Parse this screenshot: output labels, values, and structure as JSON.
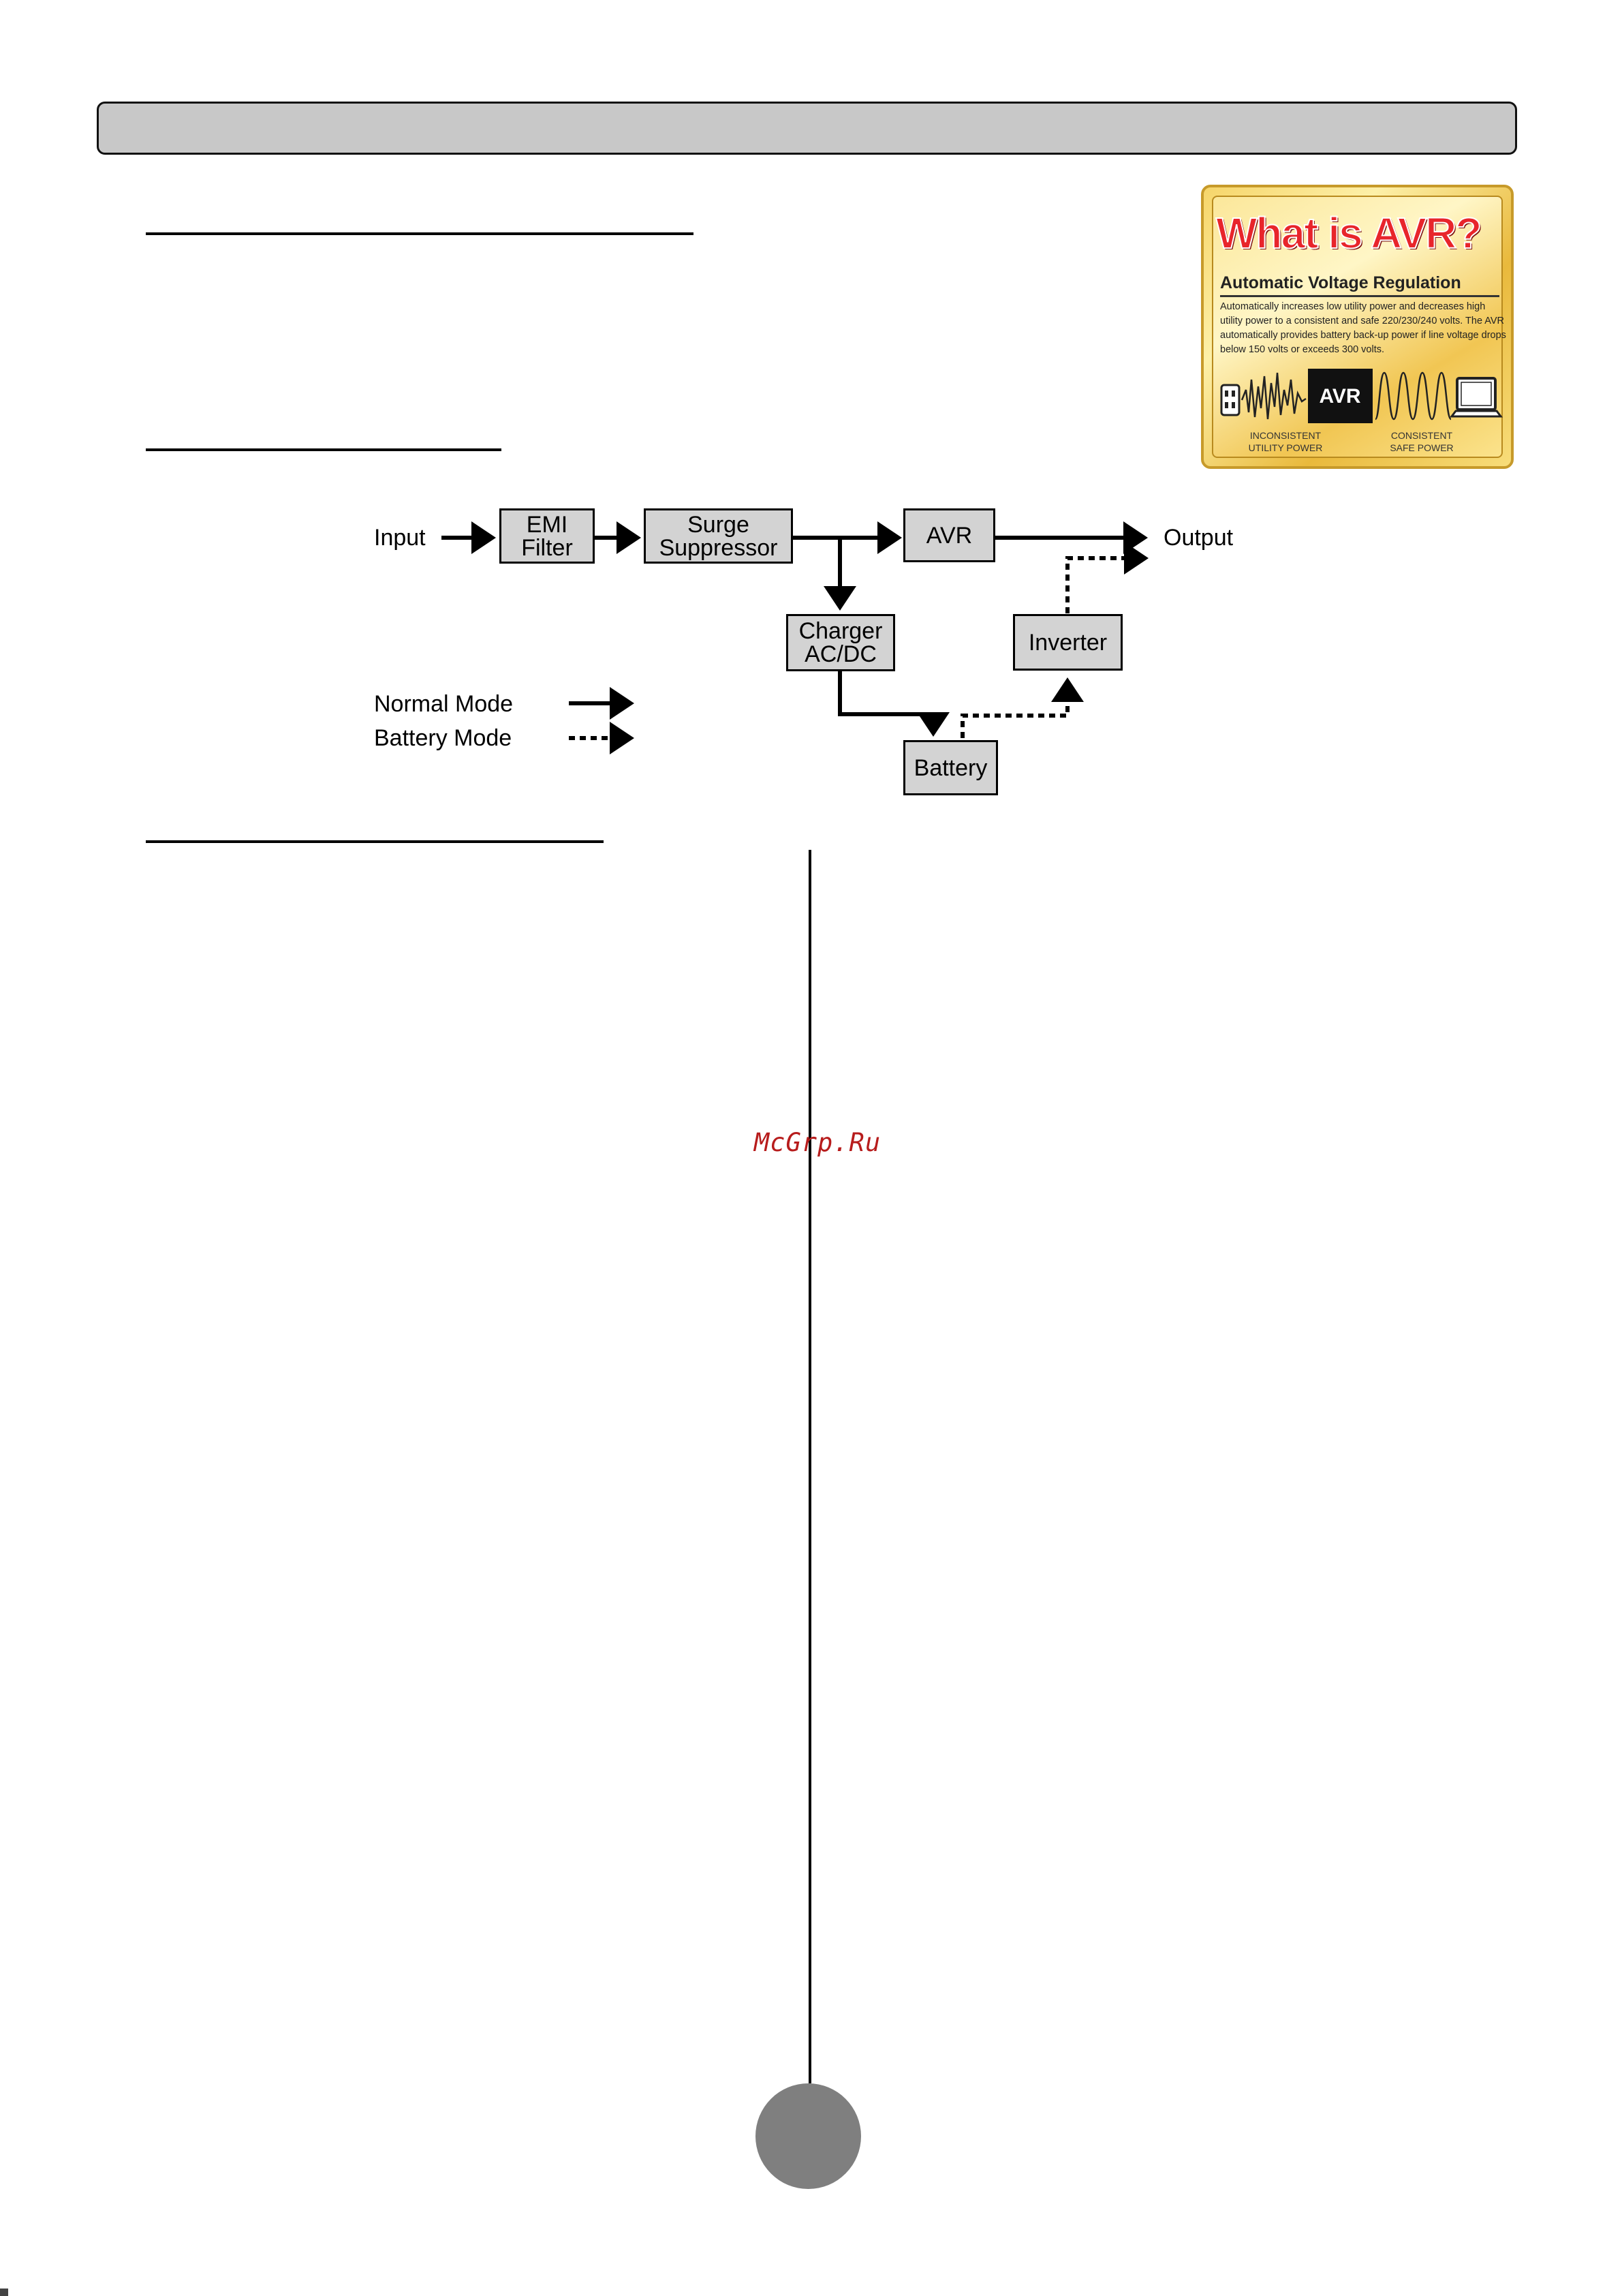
{
  "avr_badge": {
    "title": "What is AVR?",
    "subtitle": "Automatic Voltage Regulation",
    "description": "Automatically increases low utility power and decreases high utility power to a consistent and safe 220/230/240 volts. The AVR automatically provides battery back-up power if line voltage drops below 150 volts or exceeds 300 volts.",
    "chip_label": "AVR",
    "caption_left": "INCONSISTENT\nUTILITY POWER",
    "caption_right": "CONSISTENT\nSAFE POWER",
    "title_color": "#e8252b"
  },
  "diagram": {
    "input_label": "Input",
    "output_label": "Output",
    "blocks": {
      "emi_filter": "EMI\nFilter",
      "surge_suppressor": "Surge\nSuppressor",
      "avr": "AVR",
      "charger": "Charger\nAC/DC",
      "inverter": "Inverter",
      "battery": "Battery"
    },
    "legend": {
      "normal_mode": "Normal Mode",
      "battery_mode": "Battery Mode"
    }
  },
  "watermark": "McGrp.Ru"
}
